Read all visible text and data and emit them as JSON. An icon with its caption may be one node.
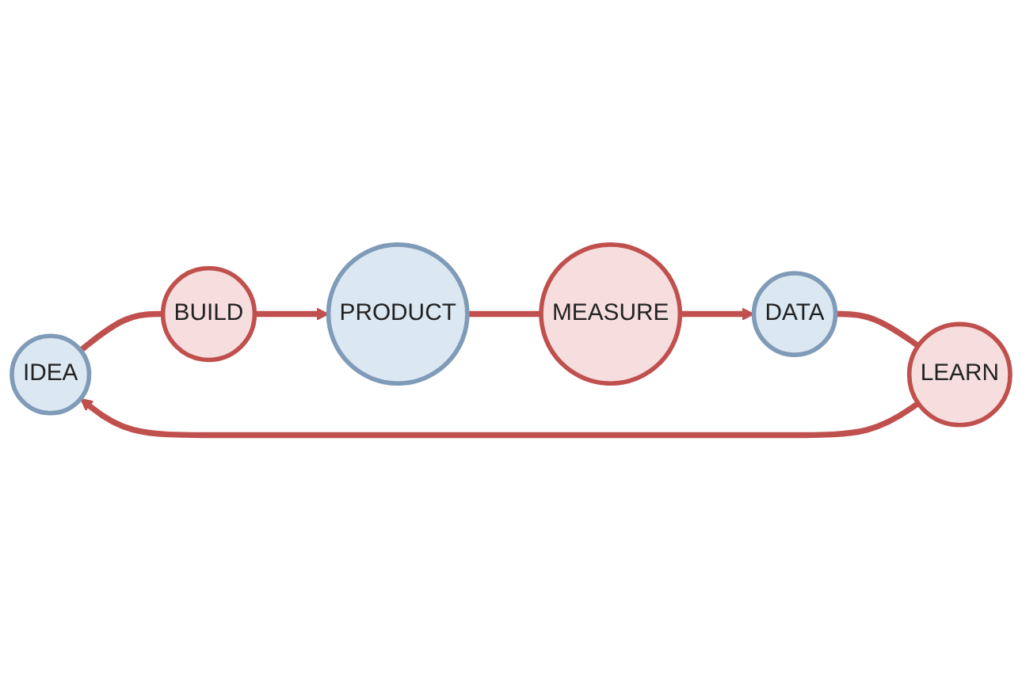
{
  "diagram": {
    "nodes": [
      {
        "text": [
          "IDEA"
        ]
      },
      {
        "text": [
          "BUILD"
        ]
      },
      {
        "text": [
          "PRODUCT"
        ]
      },
      {
        "text": [
          "MEASURE"
        ]
      },
      {
        "text": [
          "DATA"
        ]
      },
      {
        "text": [
          "LEARN"
        ]
      }
    ],
    "edges": [
      {
        "from": 0,
        "to": 1,
        "arrow": "none"
      },
      {
        "from": 1,
        "to": 2,
        "arrow": "to"
      },
      {
        "from": 2,
        "to": 3,
        "arrow": "none"
      },
      {
        "from": 3,
        "to": 4,
        "arrow": "to"
      },
      {
        "from": 4,
        "to": 5,
        "arrow": "none"
      },
      {
        "from": 5,
        "to": 0,
        "arrow": "to"
      }
    ]
  }
}
